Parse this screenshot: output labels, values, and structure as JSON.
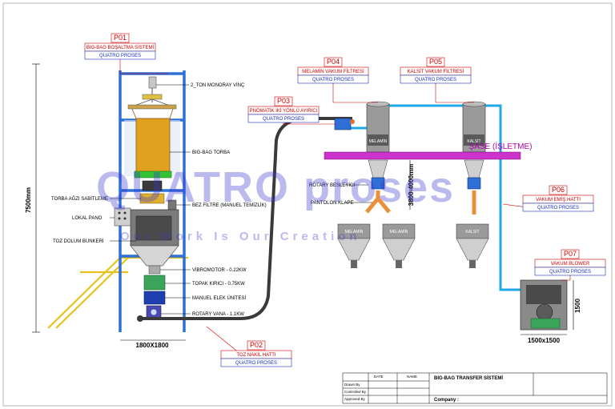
{
  "tags": [
    {
      "code": "P01",
      "title": "BIG-BAG BOŞALTMA SİSTEMİ",
      "company": "QUATRO PROSES"
    },
    {
      "code": "P02",
      "title": "TOZ NAKİL HATTI",
      "company": "QUATRO PROSES"
    },
    {
      "code": "P03",
      "title": "PNÖMATİK İKİ YÖNLÜ AYIRICI",
      "company": "QUATRO PROSES"
    },
    {
      "code": "P04",
      "title": "MELAMİN VAKUM FİLTRESİ",
      "company": "QUATRO PROSES"
    },
    {
      "code": "P05",
      "title": "KALSİT VAKUM FİLTRESİ",
      "company": "QUATRO PROSES"
    },
    {
      "code": "P06",
      "title": "VAKUM EMİŞ HATTI",
      "company": "QUATRO PROSES"
    },
    {
      "code": "P07",
      "title": "VAKUM BLOWER",
      "company": "QUATRO PROSES"
    }
  ],
  "labels": {
    "monoray": "2_TON MONORAY VİNÇ",
    "bigbag": "BIG-BAG TORBA",
    "torba_agzi": "TORBA AĞZI SABİTLEME",
    "bez_filtre": "BEZ FİLTRE (MANUEL TEMİZLİK)",
    "lokal_pano": "LOKAL PANO",
    "toz_dolum": "TOZ DOLUM BUNKERİ",
    "vibromotor": "VİBROMOTOR - 0.22KW",
    "topak": "TOPAK KIRICI - 0.75KW",
    "elek": "MANUEL ELEK ÜNİTESİ",
    "rotary_vana": "ROTARY VANA - 1.1KW",
    "rotary_besleyici": "ROTARY BESLEYİCİ",
    "pantolon": "PANTOLON KLAPE",
    "sase": "ŞASE (İŞLETME)",
    "melamin_tank": "MELAMİN",
    "kalsit_tank": "KALSİT",
    "hopper1": "MELAMİN",
    "hopper2": "MELAMİN",
    "hopper3": "KALSİT"
  },
  "dimensions": {
    "height_total": "7500mm",
    "base_left": "1800X1800",
    "height_range": "3800-4000mm",
    "blower_height": "1500",
    "blower_base": "1500x1500"
  },
  "watermark": {
    "brand": "QUATRO proses",
    "slogan": "Our Work Is Our Creation"
  },
  "title_block": {
    "project": "BIG-BAG TRANSFER SİSTEMİ",
    "col_date": "DATE",
    "col_name": "NAME",
    "row_drawn": "Drawn By",
    "row_controlled": "Controlled By",
    "row_approved": "Approved By",
    "company_label": "Company :"
  },
  "colors": {
    "frame_blue": "#2f6fd8",
    "tag_red": "#d00000",
    "tag_blue": "#1a2fbf",
    "sase_magenta": "#cc33cc",
    "pipe_cyan": "#1fa9e6",
    "bag_orange": "#e0a020",
    "watermark": "#3a3ad0"
  }
}
